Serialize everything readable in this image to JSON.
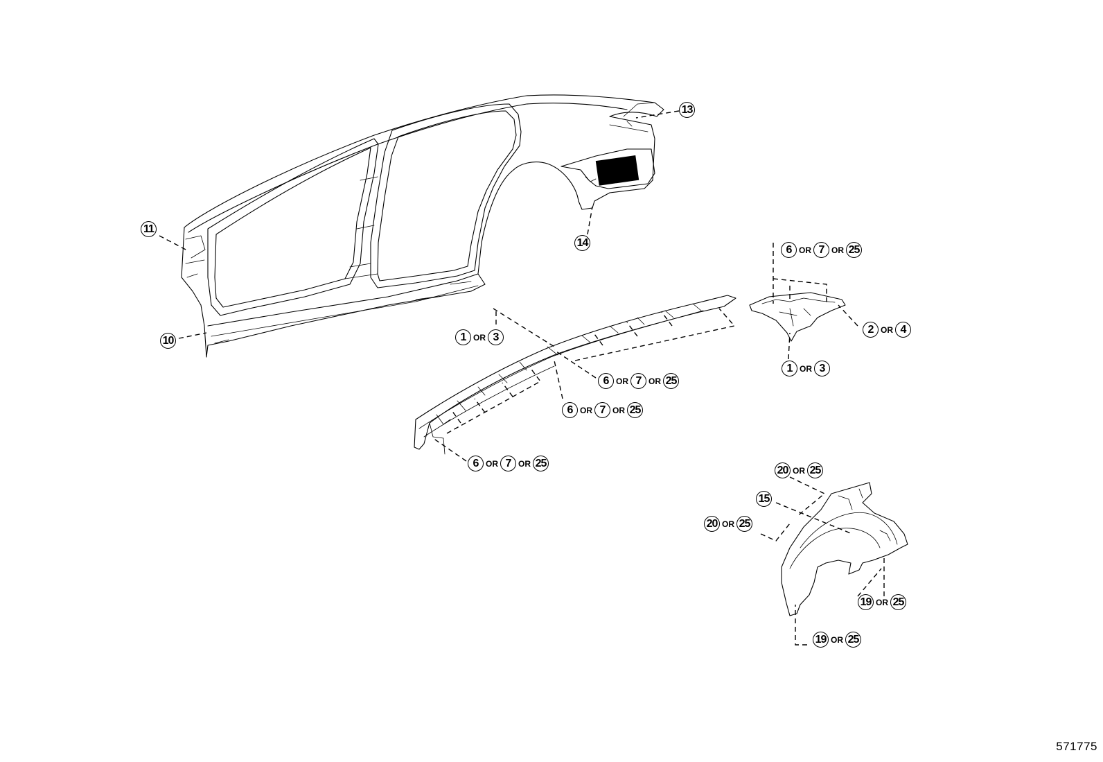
{
  "callouts": {
    "c13": {
      "a": "13"
    },
    "c14": {
      "a": "14"
    },
    "c11": {
      "a": "11"
    },
    "c10": {
      "a": "10"
    },
    "c6_7_25_top": {
      "a": "6",
      "or1": "OR",
      "b": "7",
      "or2": "OR",
      "c": "25"
    },
    "c2_4": {
      "a": "2",
      "or1": "OR",
      "b": "4"
    },
    "c1_3_left": {
      "a": "1",
      "or1": "OR",
      "b": "3"
    },
    "c1_3_right": {
      "a": "1",
      "or1": "OR",
      "b": "3"
    },
    "c6_7_25_mid_right": {
      "a": "6",
      "or1": "OR",
      "b": "7",
      "or2": "OR",
      "c": "25"
    },
    "c6_7_25_mid": {
      "a": "6",
      "or1": "OR",
      "b": "7",
      "or2": "OR",
      "c": "25"
    },
    "c6_7_25_low": {
      "a": "6",
      "or1": "OR",
      "b": "7",
      "or2": "OR",
      "c": "25"
    },
    "c20_25_top": {
      "a": "20",
      "or1": "OR",
      "b": "25"
    },
    "c15": {
      "a": "15"
    },
    "c20_25_mid": {
      "a": "20",
      "or1": "OR",
      "b": "25"
    },
    "c19_25_right": {
      "a": "19",
      "or1": "OR",
      "b": "25"
    },
    "c19_25_bottom": {
      "a": "19",
      "or1": "OR",
      "b": "25"
    }
  },
  "reference_number": "571775"
}
